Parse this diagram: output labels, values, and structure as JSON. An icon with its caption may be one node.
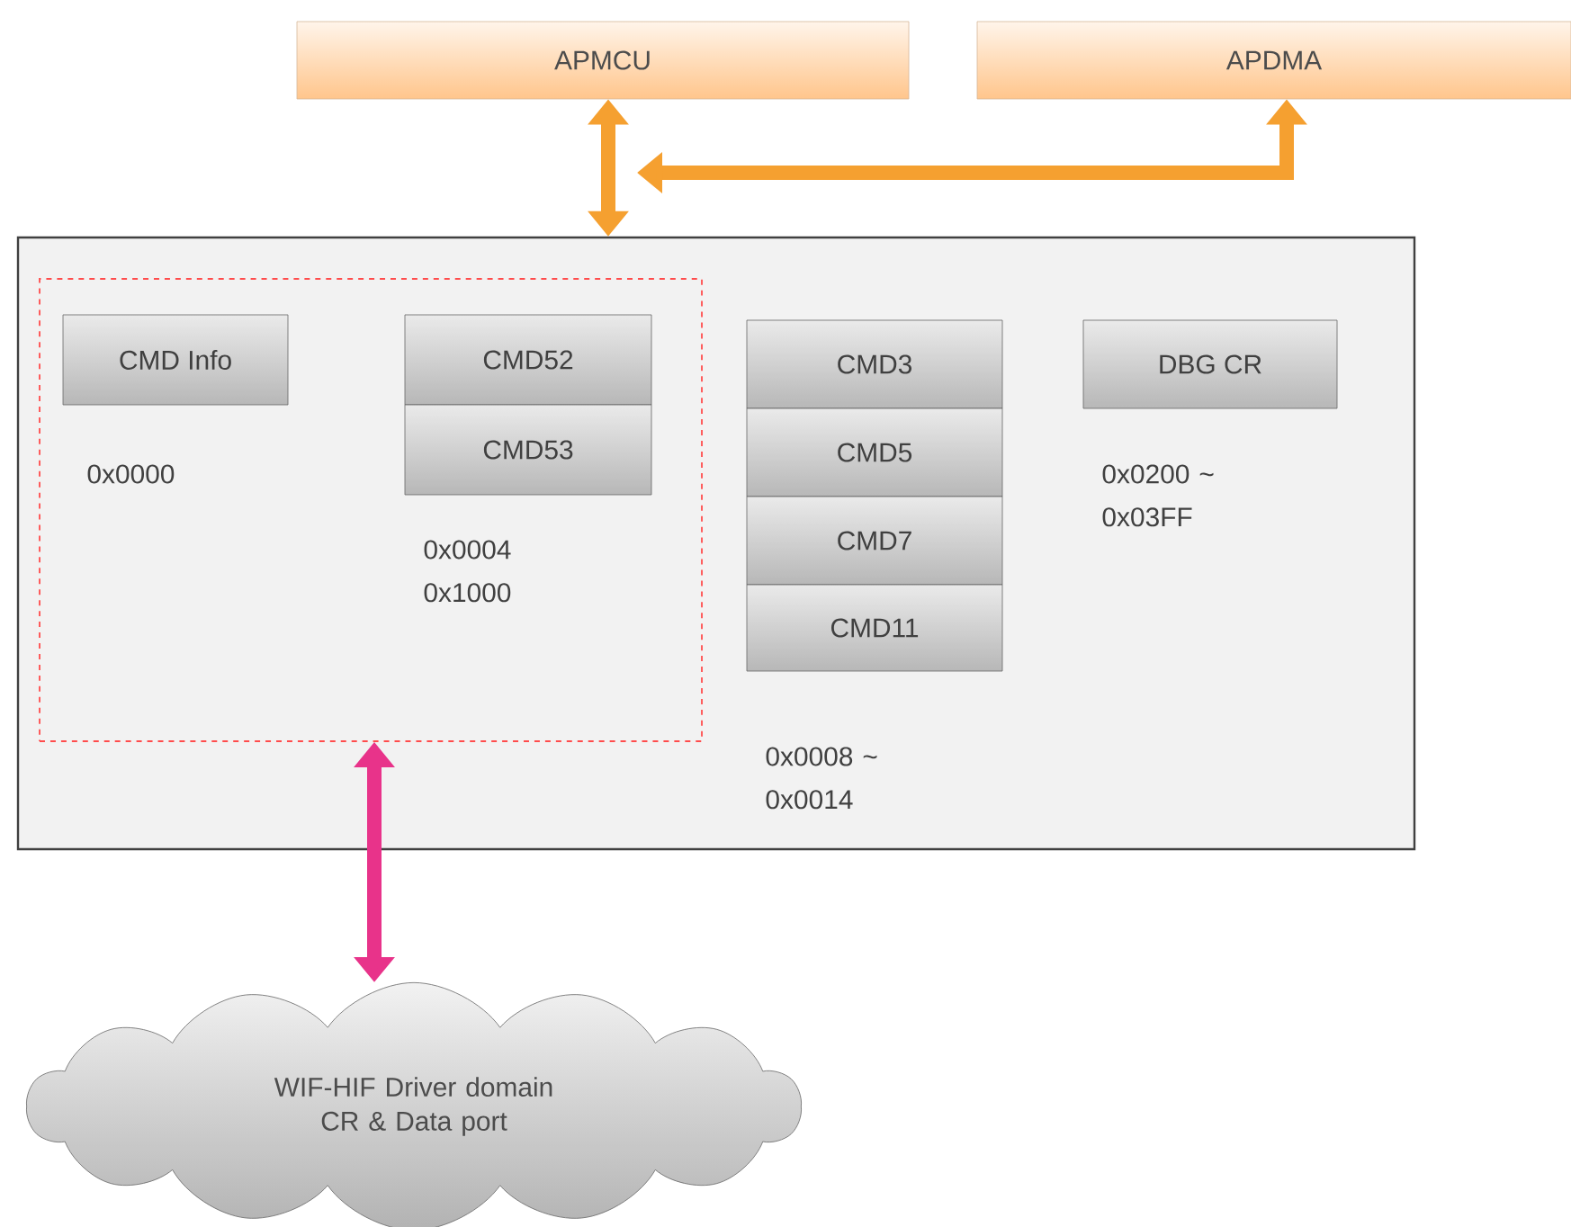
{
  "diagram": {
    "nodes": [
      {
        "text": [
          "APMCU"
        ]
      },
      {
        "text": [
          "APDMA"
        ]
      },
      {
        "text": [],
        "shape": "box"
      },
      {
        "text": [],
        "shape": "box",
        "in": 2
      },
      {
        "text": [
          "CMD Info"
        ],
        "in": 3,
        "beside": [
          "0x0000"
        ]
      },
      {
        "text": [
          "CMD52"
        ],
        "in": 3
      },
      {
        "text": [
          "CMD53"
        ],
        "in": 3,
        "beside": [
          "0x0004 0x1000"
        ]
      },
      {
        "text": [
          "CMD3"
        ],
        "in": 2
      },
      {
        "text": [
          "CMD5"
        ],
        "in": 2
      },
      {
        "text": [
          "CMD7"
        ],
        "in": 2
      },
      {
        "text": [
          "CMD11"
        ],
        "in": 2,
        "beside": [
          "0x0008 ~ 0x0014"
        ]
      },
      {
        "text": [
          "DBG CR"
        ],
        "in": 2,
        "beside": [
          "0x0200 ~ 0x03FF"
        ]
      },
      {
        "text": [
          "WIF-HIF Driver domain CR & Data port"
        ]
      }
    ],
    "edges": [
      {
        "from": 0,
        "to": 2,
        "arrow": "both"
      },
      {
        "from": 1,
        "to": 2,
        "arrow": "both"
      },
      {
        "from": 3,
        "to": 12,
        "arrow": "both",
        "color": "#e8338a"
      }
    ]
  }
}
